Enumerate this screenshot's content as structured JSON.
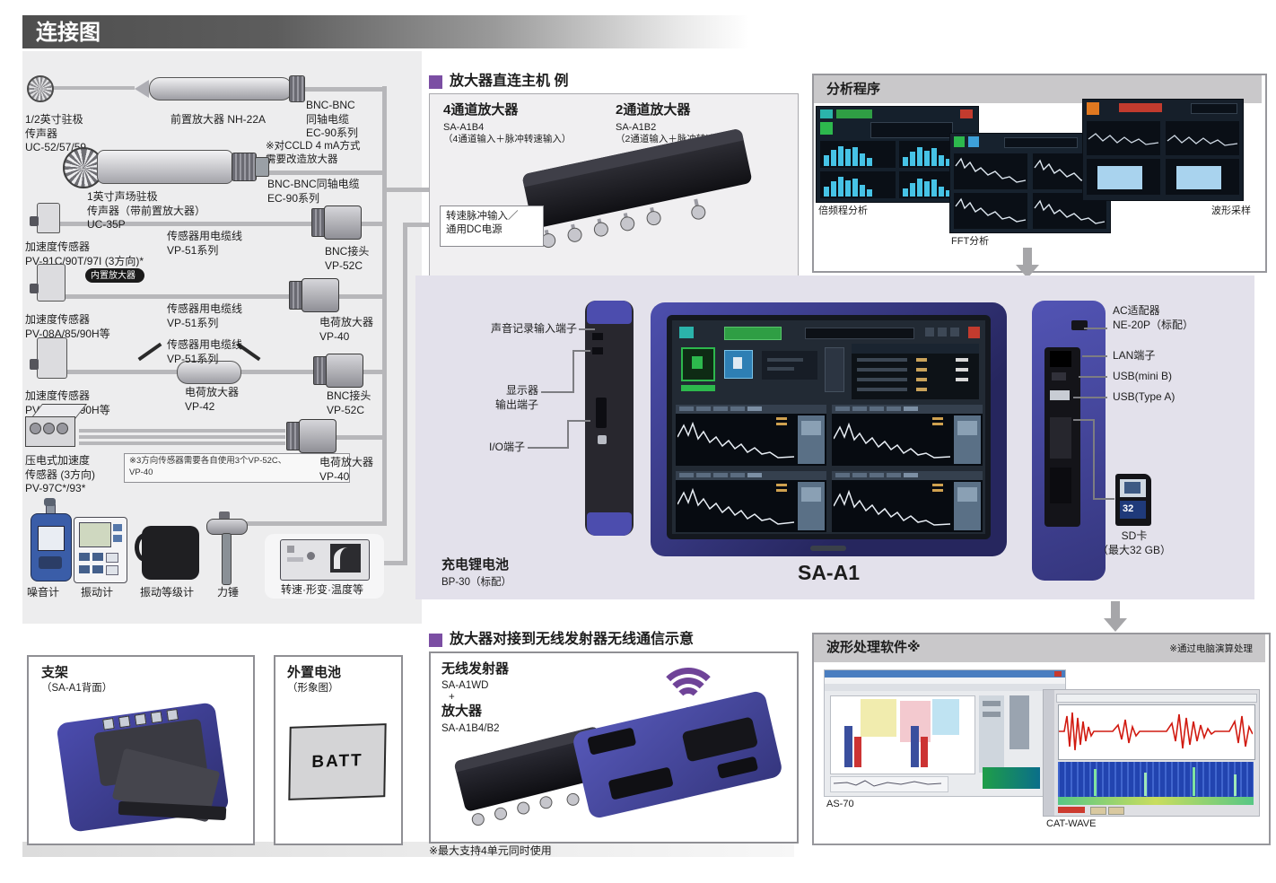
{
  "title": "连接图",
  "sensor_panel": {
    "row1": {
      "sensor": "1/2英寸驻极\n传声器\nUC-52/57/59",
      "preamp": "前置放大器 NH-22A",
      "cable": "BNC-BNC\n同轴电缆\nEC-90系列"
    },
    "row2": {
      "note": "※对CCLD 4 mA方式\n需要改造放大器",
      "cable": "BNC-BNC同轴电缆\nEC-90系列",
      "sensor": "1英寸声场驻极\n传声器（带前置放大器）\nUC-35P"
    },
    "row3": {
      "cable": "传感器用电缆线\nVP-51系列",
      "sensor": "加速度传感器\nPV-91C/90T/97I (3方向)*",
      "badge": "内置放大器",
      "connector": "BNC接头\nVP-52C"
    },
    "row4": {
      "cable": "传感器用电缆线\nVP-51系列",
      "sensor": "加速度传感器\nPV-08A/85/90H等",
      "connector": "电荷放大器\nVP-40"
    },
    "row5": {
      "cable": "传感器用电缆线\nVP-51系列",
      "inline_amp": "电荷放大器\nVP-42",
      "sensor": "加速度传感器\nPV-08A/85/90H等",
      "connector": "BNC接头\nVP-52C"
    },
    "row6": {
      "sensor": "压电式加速度\n传感器 (3方向)\nPV-97C*/93*",
      "note": "※3方向传感器需要各自使用3个VP-52C、\nVP-40",
      "connector": "电荷放大器\nVP-40"
    },
    "devices": {
      "sound_level_meter": "噪音计",
      "vibration_meter": "振动计",
      "vibration_level_meter": "振动等级计",
      "impact_hammer": "力锤",
      "tacho": "转速·形变·温度等"
    }
  },
  "direct_connect": {
    "heading": "放大器直连主机 例",
    "amp4": {
      "title": "4通道放大器",
      "model": "SA-A1B4",
      "desc": "（4通道输入＋脉冲转速输入）"
    },
    "amp2": {
      "title": "2通道放大器",
      "model": "SA-A1B2",
      "desc": "（2通道输入＋脉冲转速输入）"
    },
    "callout": "转速脉冲输入／\n通用DC电源"
  },
  "analysis": {
    "heading": "分析程序",
    "caption_oct": "倍频程分析",
    "caption_fft": "FFT分析",
    "caption_wave": "波形采样"
  },
  "main_unit": {
    "model": "SA-A1",
    "battery_title": "充电锂电池",
    "battery_model": "BP-30（标配）",
    "port_audio": "声音记录输入端子",
    "port_display": "显示器\n输出端子",
    "port_io": "I/O端子",
    "port_ac": "AC适配器\nNE-20P（标配）",
    "port_lan": "LAN端子",
    "port_usb_mini": "USB(mini B)",
    "port_usb_a": "USB(Type A)",
    "sd_card": "SD卡\n（最大32 GB）",
    "sd_chip": "32"
  },
  "stand_box": {
    "title": "支架",
    "sub": "（SA-A1背面）"
  },
  "battery_box": {
    "title": "外置电池",
    "sub": "（形象图）",
    "label": "BATT"
  },
  "wireless": {
    "heading": "放大器对接到无线发射器无线通信示意",
    "tx_title": "无线发射器",
    "tx_model": "SA-A1WD",
    "plus": "+",
    "amp_title": "放大器",
    "amp_model": "SA-A1B4/B2",
    "note": "※最大支持4单元同时使用"
  },
  "software": {
    "heading": "波形处理软件※",
    "note": "※通过电脑演算处理",
    "caption_as70": "AS-70",
    "caption_catwave": "CAT-WAVE"
  },
  "colors": {
    "accent_purple": "#7b4ea3",
    "panel_lavender": "#e3e1eb",
    "device_blue": "#4a4bab",
    "status_green": "#2db84d",
    "wifi_purple": "#6f4398",
    "header_gray": "#c9c8ca"
  }
}
